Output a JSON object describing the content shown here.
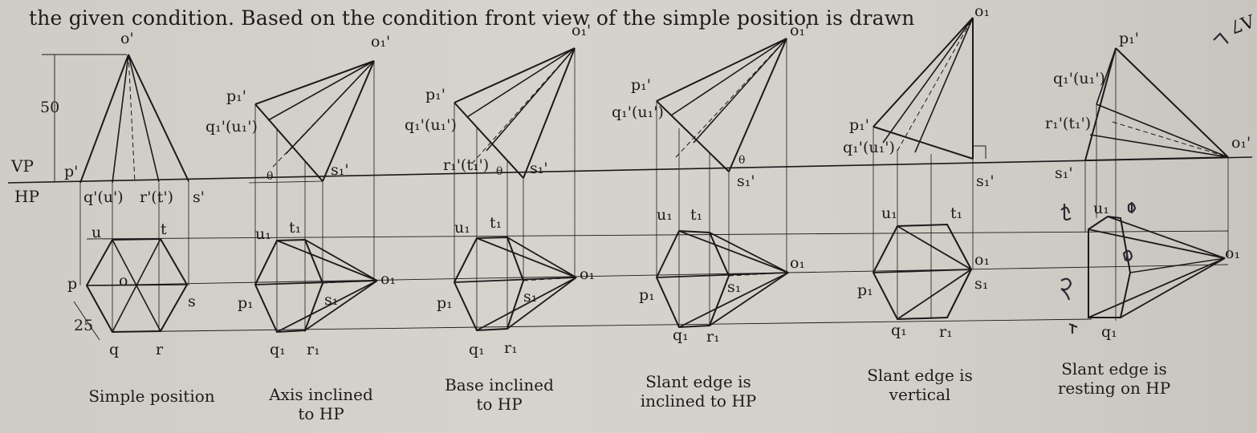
{
  "heading": "the given condition. Based on the condition front view of the simple position is drawn",
  "xy_line": {
    "vp": "VP",
    "hp": "HP"
  },
  "dims": {
    "height": "50",
    "side": "25"
  },
  "captions": {
    "simple": "Simple position",
    "axis_1": "Axis inclined",
    "axis_2": "to HP",
    "base_1": "Base inclined",
    "base_2": "to HP",
    "slant_inc_1": "Slant edge is",
    "slant_inc_2": "inclined to HP",
    "slant_vert_1": "Slant edge is",
    "slant_vert_2": "vertical",
    "slant_rest_1": "Slant edge is",
    "slant_rest_2": "resting on HP"
  },
  "labels": {
    "o_prime": "o'",
    "p_prime": "p'",
    "q_prime": "q'(u')",
    "r_prime": "r'(t')",
    "s_prime": "s'",
    "p": "p",
    "q": "q",
    "r": "r",
    "s": "s",
    "t": "t",
    "u": "u",
    "o": "o",
    "o1p": "o₁'",
    "p1p": "p₁'",
    "q1p": "q₁'(u₁')",
    "r1p": "r₁'(t₁')",
    "s1p": "s₁'",
    "o1": "o₁",
    "p1": "p₁",
    "q1": "q₁",
    "r1": "r₁",
    "s1": "s₁",
    "t1": "t₁",
    "u1": "u₁",
    "theta": "θ"
  },
  "corner_mark": "Λ7"
}
